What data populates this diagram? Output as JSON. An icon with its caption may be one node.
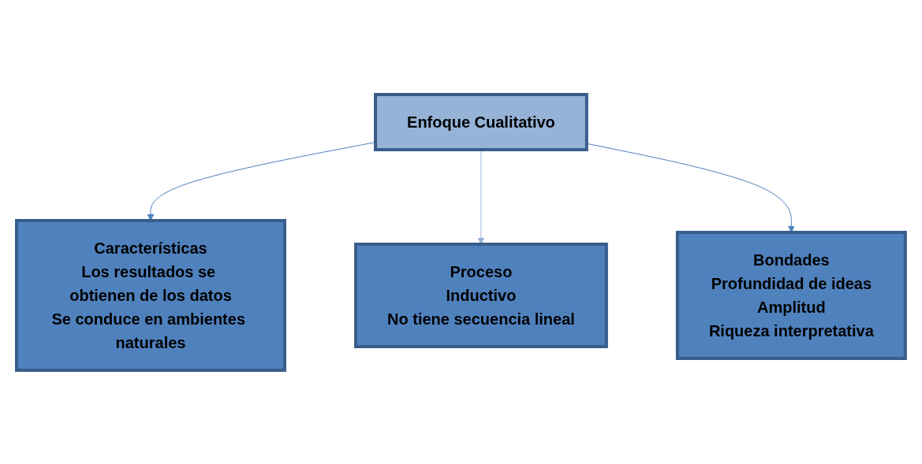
{
  "diagram": {
    "nodes": [
      {
        "text": [
          "Enfoque Cualitativo"
        ]
      },
      {
        "text": [
          "Características",
          "Los resultados se obtienen de los datos",
          "Se conduce en ambientes naturales"
        ]
      },
      {
        "text": [
          "Proceso",
          "Inductivo",
          "No tiene secuencia lineal"
        ]
      },
      {
        "text": [
          "Bondades",
          "Profundidad de ideas",
          "Amplitud",
          "Riqueza interpretativa"
        ]
      }
    ],
    "edges": [
      {
        "from": 0,
        "to": 1,
        "arrow": "to"
      },
      {
        "from": 0,
        "to": 2,
        "arrow": "to",
        "color": "#95b3d7"
      },
      {
        "from": 0,
        "to": 3,
        "arrow": "to"
      }
    ]
  }
}
